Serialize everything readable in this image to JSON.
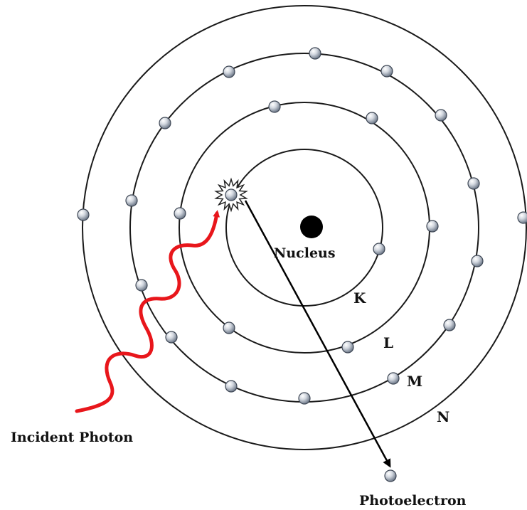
{
  "labels": {
    "nucleus": "Nucleus",
    "incident_photon": "Incident Photon",
    "photoelectron": "Photoelectron"
  },
  "shells": [
    {
      "name": "K"
    },
    {
      "name": "L"
    },
    {
      "name": "M"
    },
    {
      "name": "N"
    }
  ],
  "colors": {
    "orbit": "#1a1a1a",
    "nucleus": "#000000",
    "electron_fill": "#b9c0cc",
    "electron_stroke": "#3d4654",
    "photon": "#e8161b",
    "photoelectron_path": "#000000",
    "text": "#111111"
  }
}
